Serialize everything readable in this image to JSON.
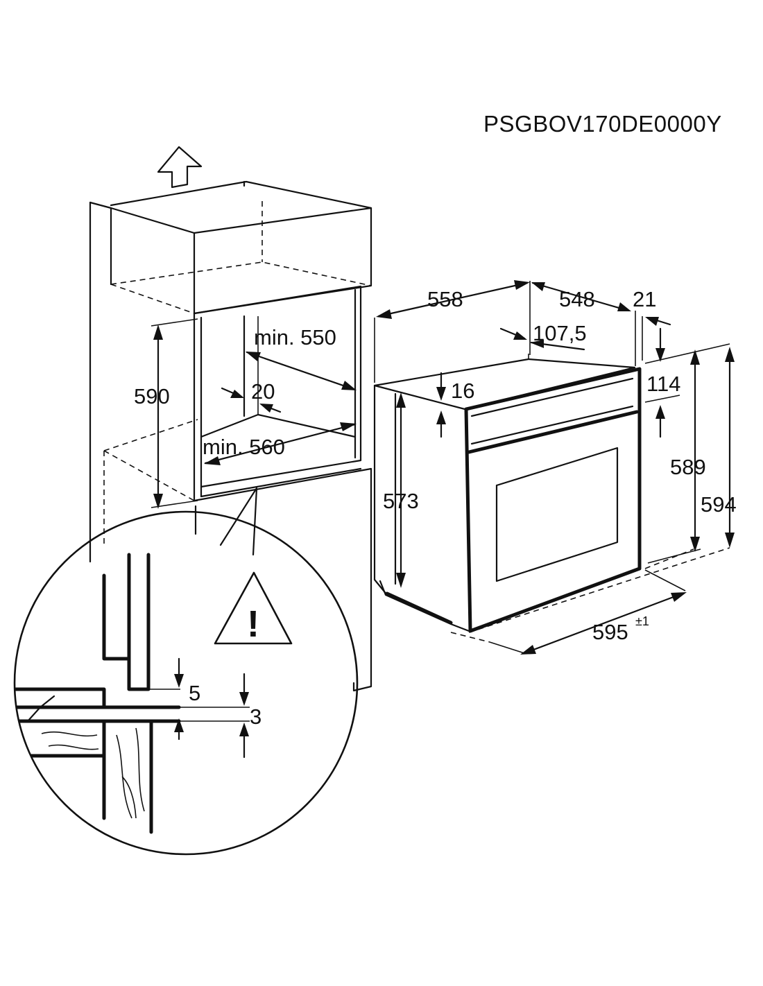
{
  "model_code": "PSGBOV170DE0000Y",
  "cabinet": {
    "height_label": "590",
    "depth_min_label": "min. 550",
    "gap_label": "20",
    "width_min_label": "min. 560"
  },
  "oven": {
    "depth_total_label": "558",
    "depth_body_label": "548",
    "front_label": "21",
    "rail_offset_label": "107,5",
    "top_offset_label": "16",
    "panel_label": "114",
    "body_height_label": "573",
    "height_inner_label": "589",
    "height_total_label": "594",
    "width_label": "595",
    "width_tolerance_label": "±1"
  },
  "detail": {
    "gap_top_label": "5",
    "gap_bottom_label": "3",
    "warning_symbol": "!"
  },
  "icons": {
    "up_arrow": "ventilation-arrow-icon",
    "warning": "warning-triangle-icon"
  }
}
